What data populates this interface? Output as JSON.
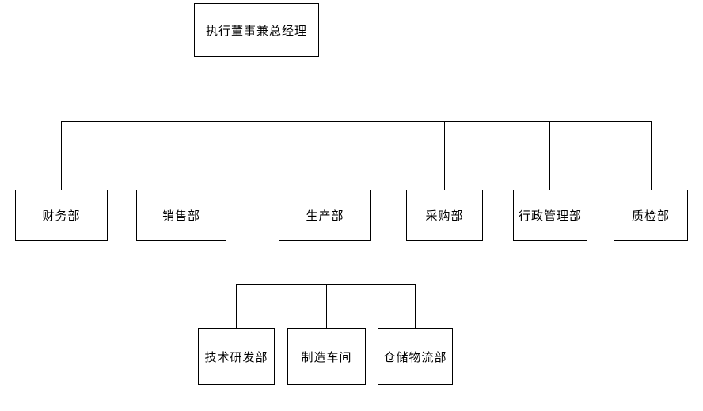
{
  "diagram": {
    "type": "org-chart",
    "colors": {
      "background": "#ffffff",
      "box_border": "#000000",
      "line": "#000000",
      "text": "#000000"
    },
    "root": {
      "label": "执行董事兼总经理"
    },
    "departments": [
      {
        "label": "财务部"
      },
      {
        "label": "销售部"
      },
      {
        "label": "生产部",
        "children": [
          {
            "label": "技术研发部"
          },
          {
            "label": "制造车间"
          },
          {
            "label": "仓储物流部"
          }
        ]
      },
      {
        "label": "采购部"
      },
      {
        "label": "行政管理部"
      },
      {
        "label": "质检部"
      }
    ]
  }
}
